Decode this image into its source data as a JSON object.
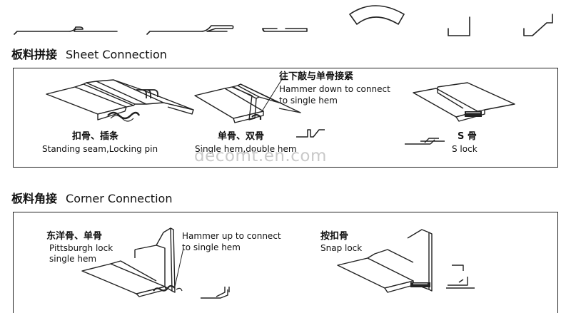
{
  "sections": {
    "sheet": {
      "title_cn": "板料拼接",
      "title_en": "Sheet Connection",
      "items": [
        {
          "cn": "扣骨、插条",
          "en": "Standing seam,Locking pin"
        },
        {
          "cn": "单骨、双骨",
          "en": "Single hem,double hem"
        },
        {
          "cn": "S 骨",
          "en": "S lock"
        }
      ],
      "annotation_cn": "往下敲与单骨接紧",
      "annotation_en_1": "Hammer down to connect",
      "annotation_en_2": "to single hem"
    },
    "corner": {
      "title_cn": "板料角接",
      "title_en": "Corner Connection",
      "items": [
        {
          "cn": "东洋骨、单骨",
          "en_1": "Pittsburgh lock",
          "en_2": "single hem"
        },
        {
          "cn": "按扣骨",
          "en": "Snap lock"
        }
      ],
      "annotation_en_1": "Hammer up to connect",
      "annotation_en_2": "to single hem"
    }
  },
  "watermark": "decomt.en.com"
}
